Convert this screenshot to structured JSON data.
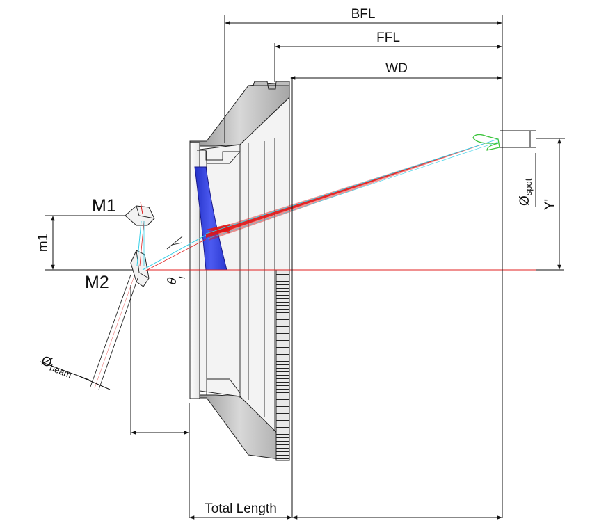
{
  "labels": {
    "bfl": "BFL",
    "ffl": "FFL",
    "wd": "WD",
    "m1": "M1",
    "m2": "M2",
    "m1_dim": "m1",
    "theta": "θ",
    "beam_diameter_main": "Ø",
    "beam_diameter_sub": "beam",
    "spot_diameter_main": "Ø",
    "spot_diameter_sub": "spot",
    "image_height": "Y'",
    "total_length": "Total Length"
  },
  "colors": {
    "lens_element": "#3a48e0",
    "laser_beam": "#e01414",
    "incident_ray": "#35d0e8",
    "optical_axis": "#e02020",
    "spot_outline": "#3cc43c",
    "housing_dark": "#9a9a9a",
    "housing_light": "#f2f2f2"
  }
}
